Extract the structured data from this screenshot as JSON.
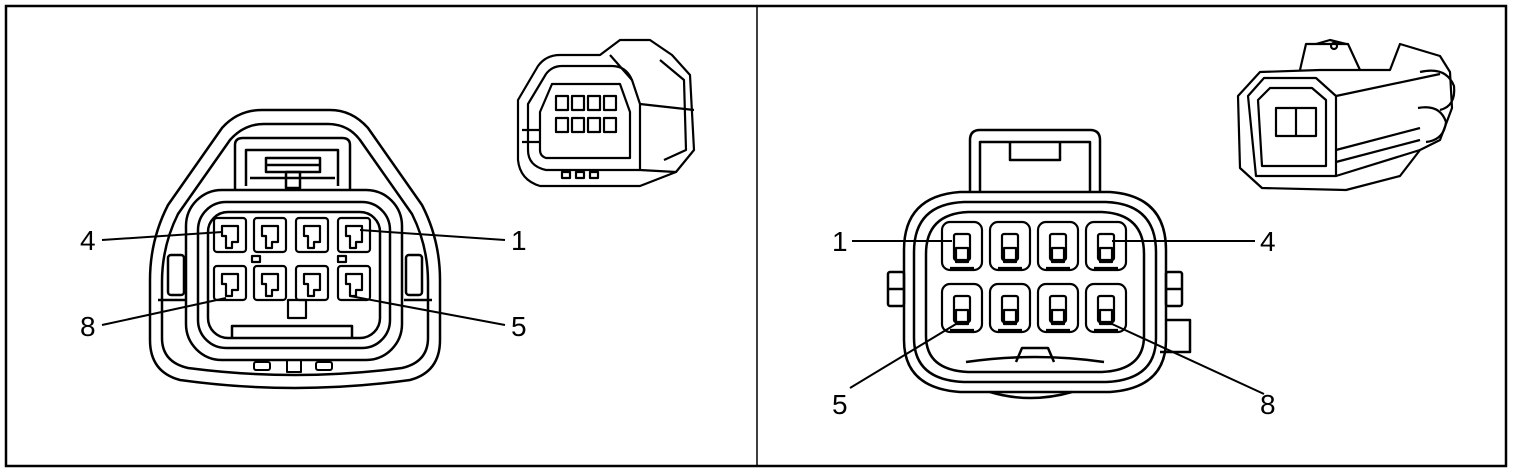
{
  "colors": {
    "line": "#000000",
    "background": "#ffffff",
    "fill_light": "#ffffff"
  },
  "left_panel": {
    "description": "female-connector-face",
    "labels": {
      "top_left": "4",
      "top_right": "1",
      "bottom_left": "8",
      "bottom_right": "5"
    }
  },
  "right_panel": {
    "description": "male-connector-face",
    "labels": {
      "top_left": "1",
      "top_right": "4",
      "bottom_left": "5",
      "bottom_right": "8"
    }
  }
}
